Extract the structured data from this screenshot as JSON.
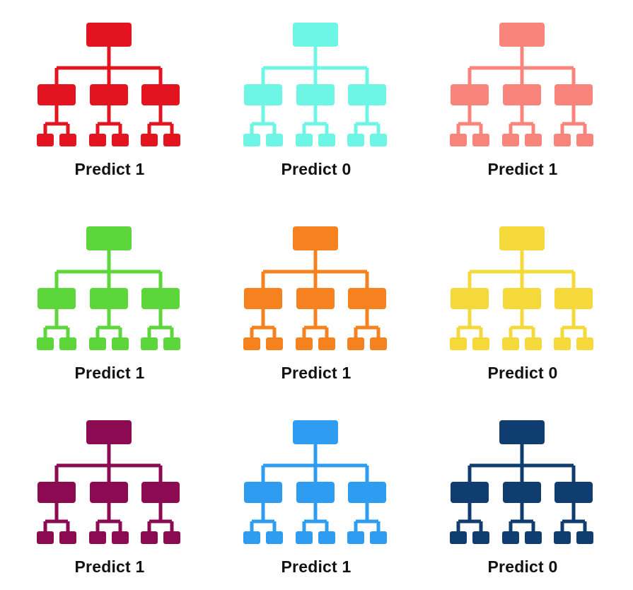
{
  "trees": [
    {
      "label": "Predict 1",
      "color": "#e3141f"
    },
    {
      "label": "Predict 0",
      "color": "#6df5e6"
    },
    {
      "label": "Predict 1",
      "color": "#f8847c"
    },
    {
      "label": "Predict 1",
      "color": "#5cd63a"
    },
    {
      "label": "Predict 1",
      "color": "#f5821f"
    },
    {
      "label": "Predict 0",
      "color": "#f5d93b"
    },
    {
      "label": "Predict 1",
      "color": "#8c0a52"
    },
    {
      "label": "Predict 1",
      "color": "#2e9cf0"
    },
    {
      "label": "Predict 0",
      "color": "#0f3d70"
    }
  ]
}
